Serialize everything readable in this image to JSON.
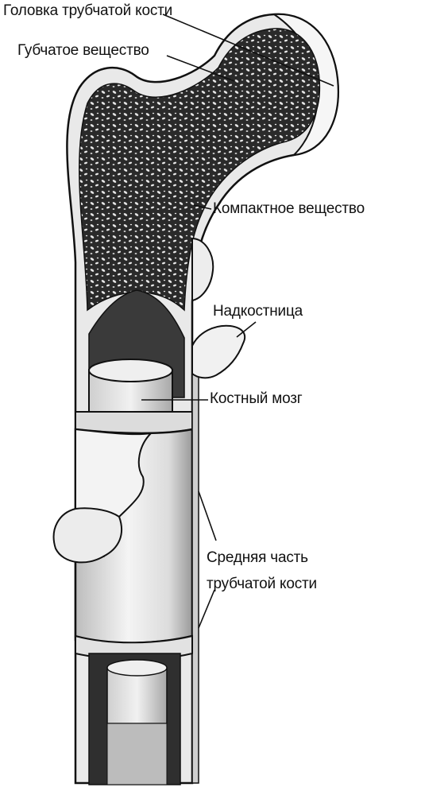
{
  "labels": {
    "head": "Головка трубчатой кости",
    "spongy": "Губчатое вещество",
    "compact": "Компактное вещество",
    "periosteum": "Надкостница",
    "marrow": "Костный мозг",
    "middle_line1": "Средняя часть",
    "middle_line2": "трубчатой кости"
  },
  "colors": {
    "ink": "#111111",
    "bone_fill": "#e9e9e9",
    "spongy_fill": "#2a2a2a",
    "cavity_fill": "#3a3a3a",
    "marrow_fill": "#d6d6d6",
    "periosteum_fill": "#f2f2f2"
  }
}
